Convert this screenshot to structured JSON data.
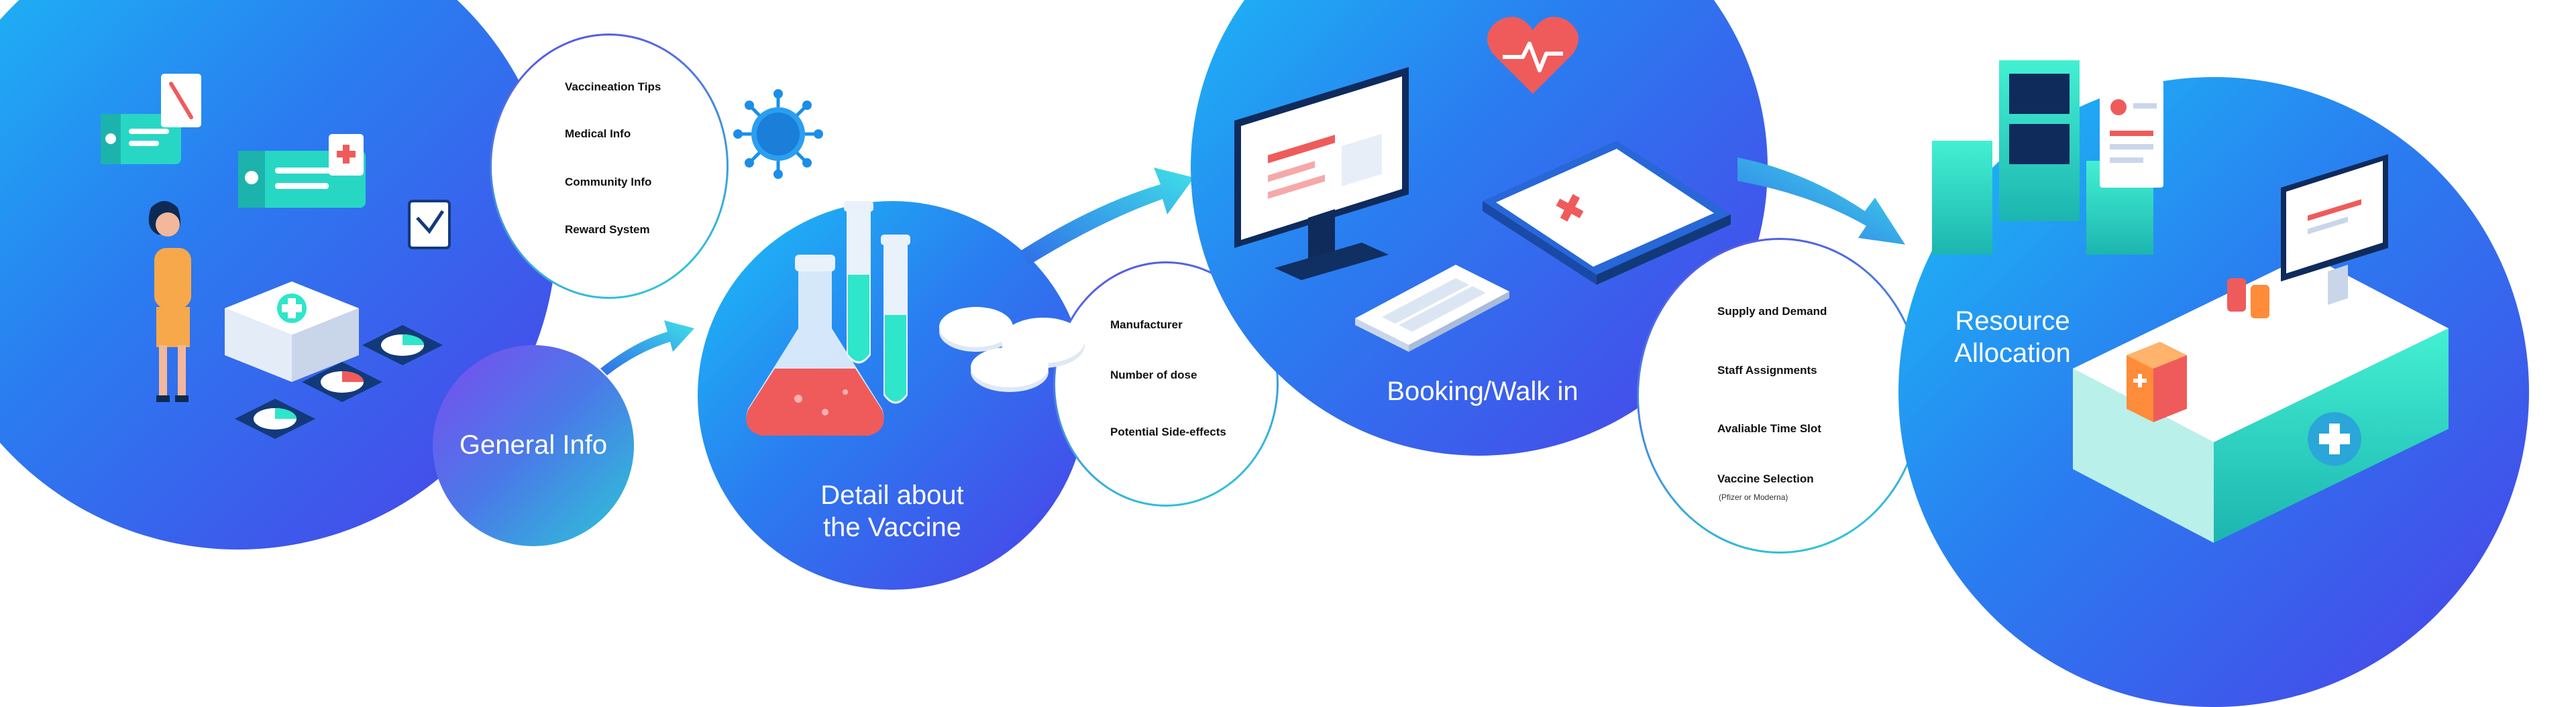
{
  "colors": {
    "gradient_start": "#19c2f6",
    "gradient_mid": "#2a7df0",
    "gradient_end": "#4c3fe8",
    "accent_red": "#ef5b5b",
    "accent_teal": "#2ee6c9"
  },
  "stages": [
    {
      "title": "General Info",
      "items": [
        "Vaccineation Tips",
        "Medical Info",
        "Community Info",
        "Reward System"
      ]
    },
    {
      "title_line1": "Detail about",
      "title_line2": "the Vaccine",
      "items": [
        "Manufacturer",
        "Number of dose",
        "Potential Side-effects"
      ]
    },
    {
      "title": "Booking/Walk in",
      "items": [
        "Supply and Demand",
        "Staff Assignments",
        "Avaliable Time Slot",
        "Vaccine Selection"
      ],
      "note": "(Pfizer or Moderna)"
    },
    {
      "title_line1": "Resource",
      "title_line2": "Allocation"
    }
  ],
  "icons": [
    "woman-figure-icon",
    "chat-bubble-icon",
    "medical-kit-icon",
    "virus-icon",
    "flask-icon",
    "test-tube-icon",
    "pill-icon",
    "monitor-icon",
    "heart-icon",
    "clipboard-icon",
    "keyboard-icon",
    "pharmacy-counter-icon",
    "shelf-icon",
    "arrow-icon"
  ]
}
